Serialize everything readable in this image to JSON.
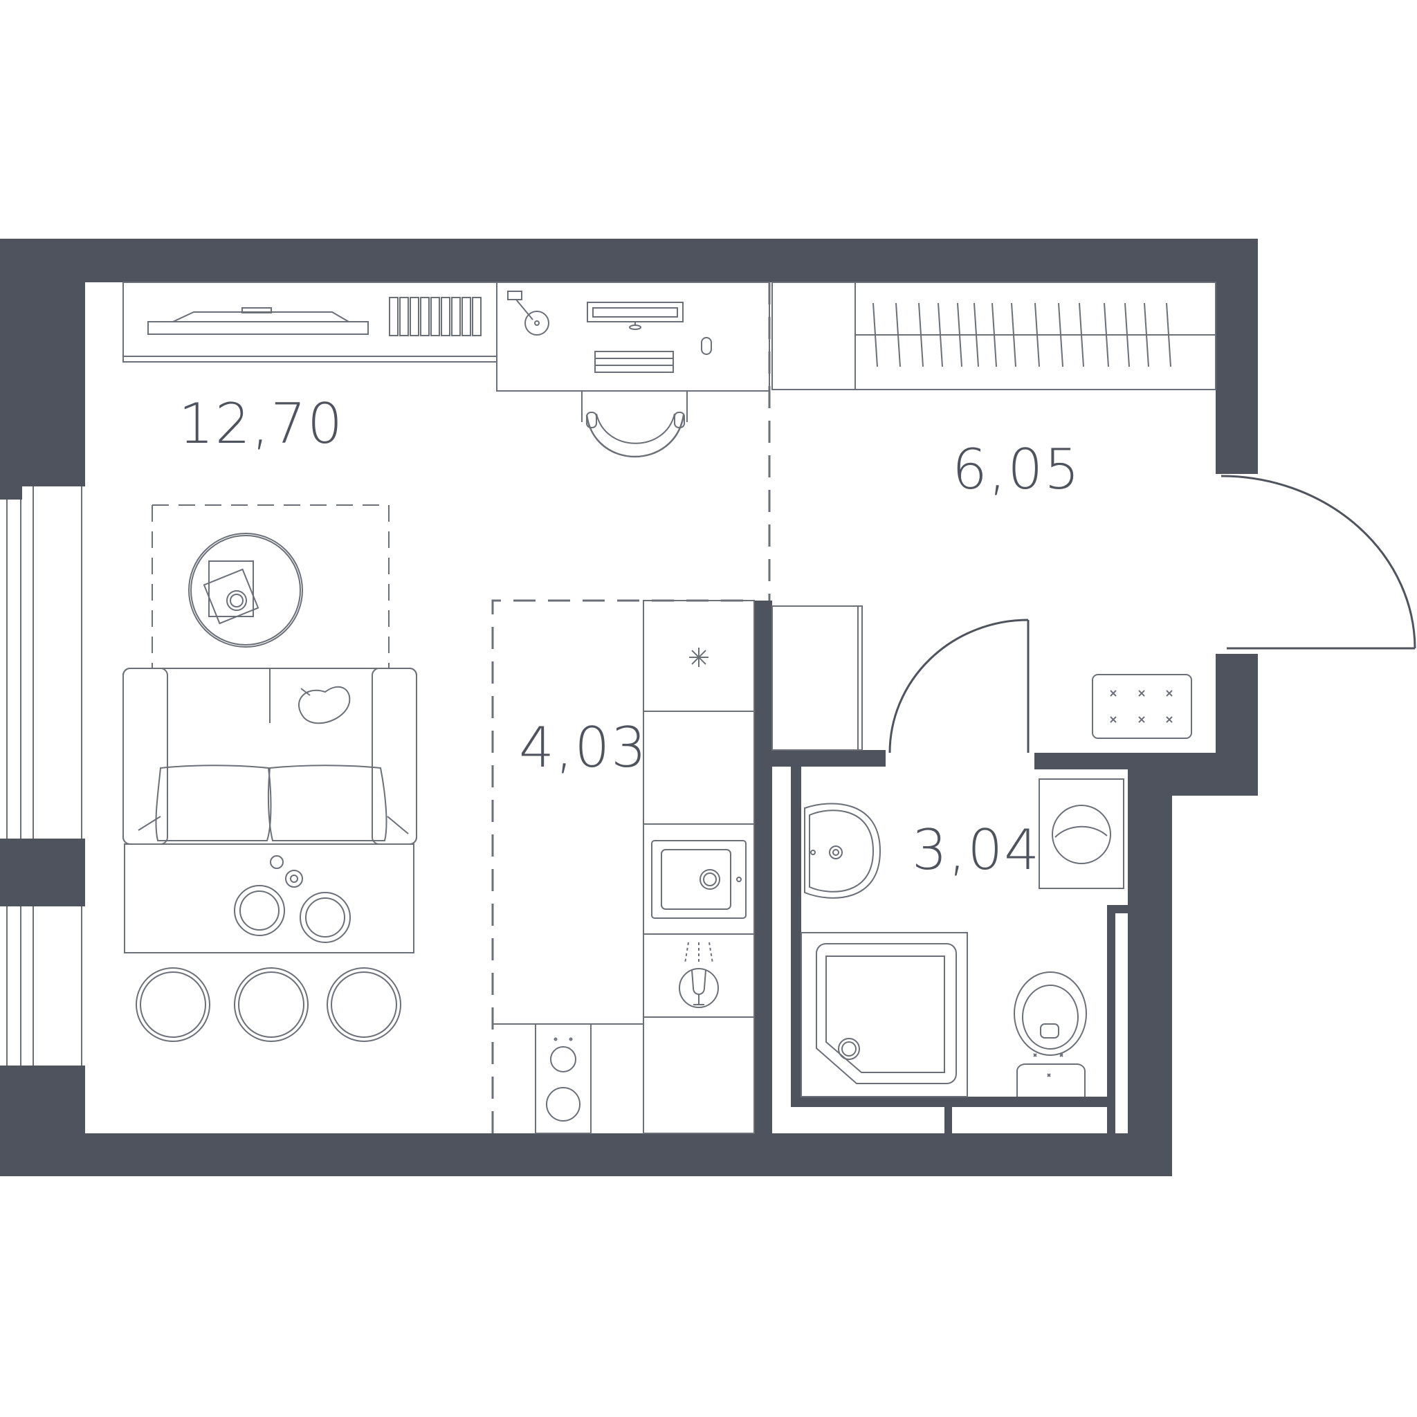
{
  "rooms": [
    {
      "id": "living",
      "area": "12,70"
    },
    {
      "id": "hall",
      "area": "6,05"
    },
    {
      "id": "kitchen",
      "area": "4,03"
    },
    {
      "id": "bathroom",
      "area": "3,04"
    }
  ],
  "colors": {
    "wall": "#4f535e",
    "line": "#6b6f78",
    "background": "#ffffff"
  }
}
